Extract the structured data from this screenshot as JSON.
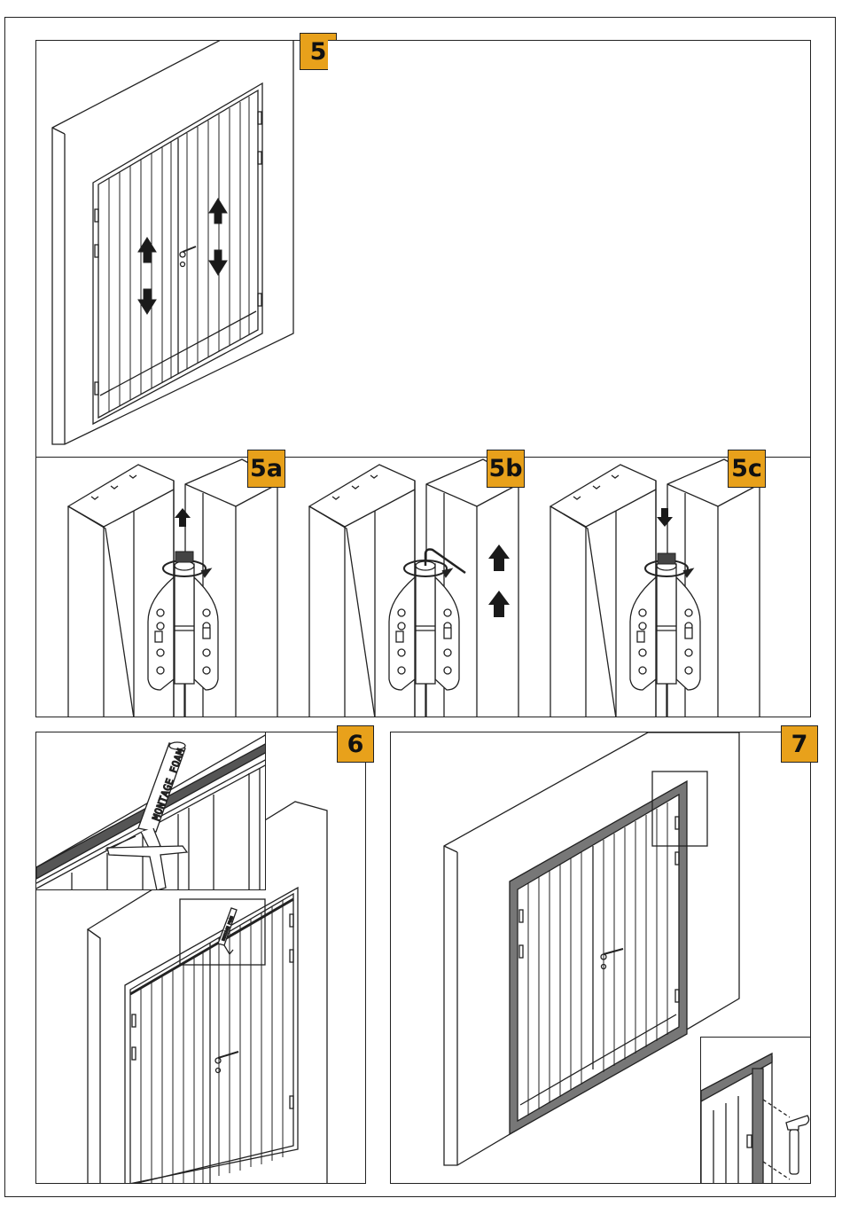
{
  "steps": {
    "step5": "5",
    "step5a": "5a",
    "step5b": "5b",
    "step5c": "5c",
    "step6": "6",
    "step7": "7"
  },
  "foam_can": {
    "label": "MONTAGE FOAM"
  },
  "colors": {
    "badge": "#e8a11b",
    "line": "#222222",
    "frame_dark": "#555555",
    "arrow": "#1a1a1a"
  },
  "icons": [
    "double-arrow-icon",
    "hinge-icon",
    "allen-key-icon",
    "rotate-arrow-icon",
    "up-arrow-icon",
    "down-arrow-icon",
    "foam-can-icon",
    "hammer-icon",
    "door-handle-icon"
  ]
}
